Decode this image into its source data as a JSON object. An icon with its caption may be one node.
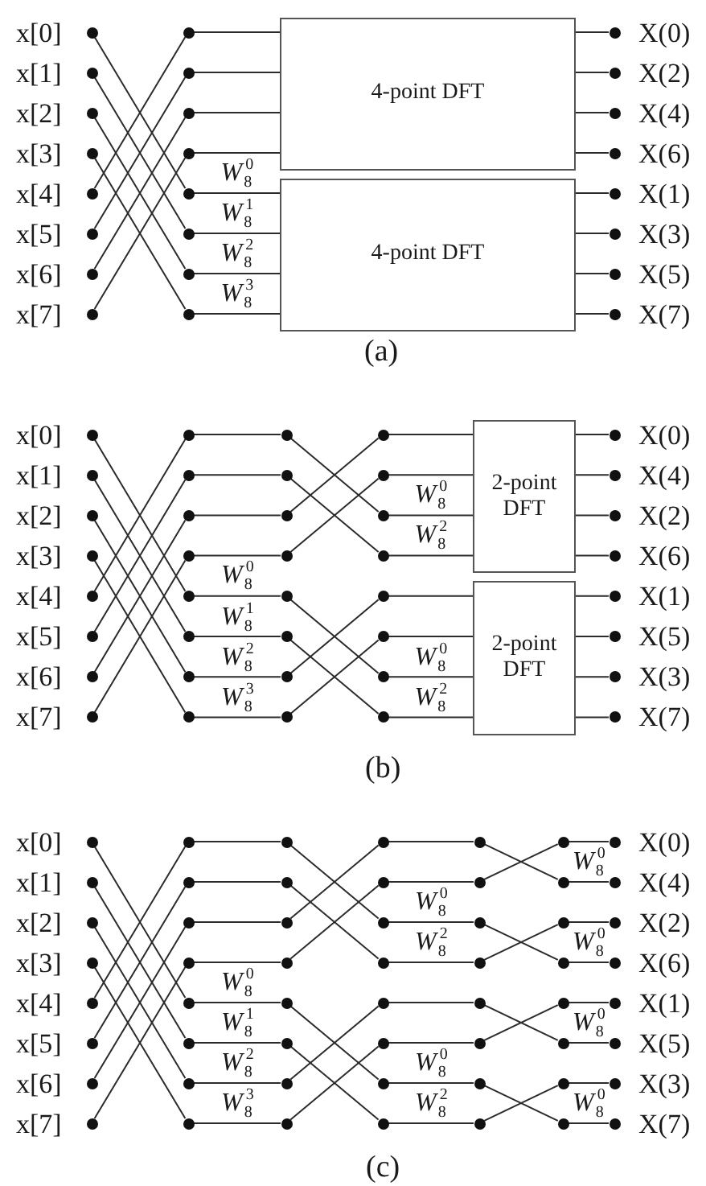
{
  "diagram": {
    "nodes": [
      {
        "text": [],
        "shape": "circle",
        "beside": [
          "x[0]"
        ]
      },
      {
        "text": [],
        "shape": "circle",
        "beside": [
          "x[1]"
        ]
      },
      {
        "text": [],
        "shape": "circle",
        "beside": [
          "x[2]"
        ]
      },
      {
        "text": [],
        "shape": "circle",
        "beside": [
          "x[3]"
        ]
      },
      {
        "text": [],
        "shape": "circle",
        "beside": [
          "x[4]"
        ]
      },
      {
        "text": [],
        "shape": "circle",
        "beside": [
          "x[5]"
        ]
      },
      {
        "text": [],
        "shape": "circle",
        "beside": [
          "x[6]"
        ]
      },
      {
        "text": [],
        "shape": "circle",
        "beside": [
          "x[7]"
        ]
      },
      {
        "text": [],
        "shape": "circle"
      },
      {
        "text": [],
        "shape": "circle"
      },
      {
        "text": [],
        "shape": "circle"
      },
      {
        "text": [],
        "shape": "circle"
      },
      {
        "text": [],
        "shape": "circle"
      },
      {
        "text": [],
        "shape": "circle"
      },
      {
        "text": [],
        "shape": "circle"
      },
      {
        "text": [],
        "shape": "circle"
      },
      {
        "text": [
          "4-point DFT"
        ]
      },
      {
        "text": [
          "4-point DFT"
        ]
      },
      {
        "text": [],
        "shape": "circle",
        "beside": [
          "X(0)"
        ]
      },
      {
        "text": [],
        "shape": "circle",
        "beside": [
          "X(2)"
        ]
      },
      {
        "text": [],
        "shape": "circle",
        "beside": [
          "X(4)"
        ]
      },
      {
        "text": [],
        "shape": "circle",
        "beside": [
          "X(6)"
        ]
      },
      {
        "text": [],
        "shape": "circle",
        "beside": [
          "X(1)"
        ]
      },
      {
        "text": [],
        "shape": "circle",
        "beside": [
          "X(3)"
        ]
      },
      {
        "text": [],
        "shape": "circle",
        "beside": [
          "X(5)"
        ]
      },
      {
        "text": [],
        "shape": "circle",
        "beside": [
          "X(7)"
        ]
      },
      {
        "text": [],
        "shape": "circle",
        "beside": [
          "x[0]"
        ]
      },
      {
        "text": [],
        "shape": "circle",
        "beside": [
          "x[1]"
        ]
      },
      {
        "text": [],
        "shape": "circle",
        "beside": [
          "x[2]"
        ]
      },
      {
        "text": [],
        "shape": "circle",
        "beside": [
          "x[3]"
        ]
      },
      {
        "text": [],
        "shape": "circle",
        "beside": [
          "x[4]"
        ]
      },
      {
        "text": [],
        "shape": "circle",
        "beside": [
          "x[5]"
        ]
      },
      {
        "text": [],
        "shape": "circle",
        "beside": [
          "x[6]"
        ]
      },
      {
        "text": [],
        "shape": "circle",
        "beside": [
          "x[7]"
        ]
      },
      {
        "text": [],
        "shape": "circle"
      },
      {
        "text": [],
        "shape": "circle"
      },
      {
        "text": [],
        "shape": "circle"
      },
      {
        "text": [],
        "shape": "circle"
      },
      {
        "text": [],
        "shape": "circle"
      },
      {
        "text": [],
        "shape": "circle"
      },
      {
        "text": [],
        "shape": "circle"
      },
      {
        "text": [],
        "shape": "circle"
      },
      {
        "text": [],
        "shape": "circle"
      },
      {
        "text": [],
        "shape": "circle"
      },
      {
        "text": [],
        "shape": "circle"
      },
      {
        "text": [],
        "shape": "circle"
      },
      {
        "text": [],
        "shape": "circle"
      },
      {
        "text": [],
        "shape": "circle"
      },
      {
        "text": [],
        "shape": "circle"
      },
      {
        "text": [],
        "shape": "circle"
      },
      {
        "text": [],
        "shape": "circle"
      },
      {
        "text": [],
        "shape": "circle"
      },
      {
        "text": [],
        "shape": "circle"
      },
      {
        "text": [],
        "shape": "circle"
      },
      {
        "text": [],
        "shape": "circle"
      },
      {
        "text": [],
        "shape": "circle"
      },
      {
        "text": [],
        "shape": "circle"
      },
      {
        "text": [],
        "shape": "circle"
      },
      {
        "text": [
          "2-point DFT"
        ]
      },
      {
        "text": [
          "2-point DFT"
        ]
      },
      {
        "text": [],
        "shape": "circle",
        "beside": [
          "X(0)"
        ]
      },
      {
        "text": [],
        "shape": "circle",
        "beside": [
          "X(4)"
        ]
      },
      {
        "text": [],
        "shape": "circle",
        "beside": [
          "X(2)"
        ]
      },
      {
        "text": [],
        "shape": "circle",
        "beside": [
          "X(6)"
        ]
      },
      {
        "text": [],
        "shape": "circle",
        "beside": [
          "X(1)"
        ]
      },
      {
        "text": [],
        "shape": "circle",
        "beside": [
          "X(5)"
        ]
      },
      {
        "text": [],
        "shape": "circle",
        "beside": [
          "X(3)"
        ]
      },
      {
        "text": [],
        "shape": "circle",
        "beside": [
          "X(7)"
        ]
      },
      {
        "text": [],
        "shape": "circle",
        "beside": [
          "x[0]"
        ]
      },
      {
        "text": [],
        "shape": "circle",
        "beside": [
          "x[1]"
        ]
      },
      {
        "text": [],
        "shape": "circle",
        "beside": [
          "x[2]"
        ]
      },
      {
        "text": [],
        "shape": "circle",
        "beside": [
          "x[3]"
        ]
      },
      {
        "text": [],
        "shape": "circle",
        "beside": [
          "x[4]"
        ]
      },
      {
        "text": [],
        "shape": "circle",
        "beside": [
          "x[5]"
        ]
      },
      {
        "text": [],
        "shape": "circle",
        "beside": [
          "x[6]"
        ]
      },
      {
        "text": [],
        "shape": "circle",
        "beside": [
          "x[7]"
        ]
      },
      {
        "text": [],
        "shape": "circle"
      },
      {
        "text": [],
        "shape": "circle"
      },
      {
        "text": [],
        "shape": "circle"
      },
      {
        "text": [],
        "shape": "circle"
      },
      {
        "text": [],
        "shape": "circle"
      },
      {
        "text": [],
        "shape": "circle"
      },
      {
        "text": [],
        "shape": "circle"
      },
      {
        "text": [],
        "shape": "circle"
      },
      {
        "text": [],
        "shape": "circle"
      },
      {
        "text": [],
        "shape": "circle"
      },
      {
        "text": [],
        "shape": "circle"
      },
      {
        "text": [],
        "shape": "circle"
      },
      {
        "text": [],
        "shape": "circle"
      },
      {
        "text": [],
        "shape": "circle"
      },
      {
        "text": [],
        "shape": "circle"
      },
      {
        "text": [],
        "shape": "circle"
      },
      {
        "text": [],
        "shape": "circle"
      },
      {
        "text": [],
        "shape": "circle"
      },
      {
        "text": [],
        "shape": "circle"
      },
      {
        "text": [],
        "shape": "circle"
      },
      {
        "text": [],
        "shape": "circle"
      },
      {
        "text": [],
        "shape": "circle"
      },
      {
        "text": [],
        "shape": "circle"
      },
      {
        "text": [],
        "shape": "circle"
      },
      {
        "text": [],
        "shape": "circle"
      },
      {
        "text": [],
        "shape": "circle"
      },
      {
        "text": [],
        "shape": "circle"
      },
      {
        "text": [],
        "shape": "circle"
      },
      {
        "text": [],
        "shape": "circle"
      },
      {
        "text": [],
        "shape": "circle"
      },
      {
        "text": [],
        "shape": "circle"
      },
      {
        "text": [],
        "shape": "circle"
      },
      {
        "text": [],
        "shape": "circle"
      },
      {
        "text": [],
        "shape": "circle"
      },
      {
        "text": [],
        "shape": "circle"
      },
      {
        "text": [],
        "shape": "circle"
      },
      {
        "text": [],
        "shape": "circle"
      },
      {
        "text": [],
        "shape": "circle"
      },
      {
        "text": [],
        "shape": "circle"
      },
      {
        "text": [],
        "shape": "circle"
      },
      {
        "text": [],
        "shape": "circle",
        "beside": [
          "X(0)"
        ]
      },
      {
        "text": [],
        "shape": "circle",
        "beside": [
          "X(4)"
        ]
      },
      {
        "text": [],
        "shape": "circle",
        "beside": [
          "X(2)"
        ]
      },
      {
        "text": [],
        "shape": "circle",
        "beside": [
          "X(6)"
        ]
      },
      {
        "text": [],
        "shape": "circle",
        "beside": [
          "X(1)"
        ]
      },
      {
        "text": [],
        "shape": "circle",
        "beside": [
          "X(5)"
        ]
      },
      {
        "text": [],
        "shape": "circle",
        "beside": [
          "X(3)"
        ]
      },
      {
        "text": [],
        "shape": "circle",
        "beside": [
          "X(7)"
        ]
      }
    ],
    "edges": [
      {
        "from": 0,
        "to": 12,
        "arrow": "none"
      },
      {
        "from": 1,
        "to": 13,
        "arrow": "none"
      },
      {
        "from": 2,
        "to": 14,
        "arrow": "none"
      },
      {
        "from": 3,
        "to": 15,
        "arrow": "none"
      },
      {
        "from": 4,
        "to": 8,
        "arrow": "none"
      },
      {
        "from": 5,
        "to": 9,
        "arrow": "none"
      },
      {
        "from": 6,
        "to": 10,
        "arrow": "none"
      },
      {
        "from": 7,
        "to": 11,
        "arrow": "none"
      },
      {
        "from": 8,
        "to": 16,
        "arrow": "none"
      },
      {
        "from": 9,
        "to": 16,
        "arrow": "none"
      },
      {
        "from": 10,
        "to": 16,
        "arrow": "none"
      },
      {
        "from": 11,
        "to": 16,
        "arrow": "none"
      },
      {
        "from": 12,
        "to": 17,
        "arrow": "none",
        "label": "*W*$_{8}$$^{0}$"
      },
      {
        "from": 13,
        "to": 17,
        "arrow": "none",
        "label": "*W*$_{8}$$^{1}$"
      },
      {
        "from": 14,
        "to": 17,
        "arrow": "none",
        "label": "*W*$_{8}$$^{2}$"
      },
      {
        "from": 15,
        "to": 17,
        "arrow": "none",
        "label": "*W*$_{8}$$^{3}$"
      },
      {
        "from": 16,
        "to": 18,
        "arrow": "none"
      },
      {
        "from": 16,
        "to": 19,
        "arrow": "none"
      },
      {
        "from": 16,
        "to": 20,
        "arrow": "none"
      },
      {
        "from": 16,
        "to": 21,
        "arrow": "none"
      },
      {
        "from": 17,
        "to": 22,
        "arrow": "none"
      },
      {
        "from": 17,
        "to": 23,
        "arrow": "none"
      },
      {
        "from": 17,
        "to": 24,
        "arrow": "none"
      },
      {
        "from": 17,
        "to": 25,
        "arrow": "none"
      },
      {
        "from": 26,
        "to": 38,
        "arrow": "none"
      },
      {
        "from": 27,
        "to": 39,
        "arrow": "none"
      },
      {
        "from": 28,
        "to": 40,
        "arrow": "none"
      },
      {
        "from": 29,
        "to": 41,
        "arrow": "none"
      },
      {
        "from": 30,
        "to": 34,
        "arrow": "none"
      },
      {
        "from": 31,
        "to": 35,
        "arrow": "none"
      },
      {
        "from": 32,
        "to": 36,
        "arrow": "none"
      },
      {
        "from": 33,
        "to": 37,
        "arrow": "none"
      },
      {
        "from": 34,
        "to": 42,
        "arrow": "none"
      },
      {
        "from": 35,
        "to": 43,
        "arrow": "none"
      },
      {
        "from": 36,
        "to": 44,
        "arrow": "none"
      },
      {
        "from": 37,
        "to": 45,
        "arrow": "none"
      },
      {
        "from": 38,
        "to": 46,
        "arrow": "none",
        "label": "*W*$_{8}$$^{0}$"
      },
      {
        "from": 39,
        "to": 47,
        "arrow": "none",
        "label": "*W*$_{8}$$^{1}$"
      },
      {
        "from": 40,
        "to": 48,
        "arrow": "none",
        "label": "*W*$_{8}$$^{2}$"
      },
      {
        "from": 41,
        "to": 49,
        "arrow": "none",
        "label": "*W*$_{8}$$^{3}$"
      },
      {
        "from": 42,
        "to": 52,
        "arrow": "none"
      },
      {
        "from": 43,
        "to": 53,
        "arrow": "none"
      },
      {
        "from": 44,
        "to": 50,
        "arrow": "none"
      },
      {
        "from": 45,
        "to": 51,
        "arrow": "none"
      },
      {
        "from": 46,
        "to": 56,
        "arrow": "none"
      },
      {
        "from": 47,
        "to": 57,
        "arrow": "none"
      },
      {
        "from": 48,
        "to": 54,
        "arrow": "none"
      },
      {
        "from": 49,
        "to": 55,
        "arrow": "none"
      },
      {
        "from": 50,
        "to": 58,
        "arrow": "none"
      },
      {
        "from": 51,
        "to": 58,
        "arrow": "none"
      },
      {
        "from": 52,
        "to": 58,
        "arrow": "none",
        "label": "*W*$_{8}$$^{0}$"
      },
      {
        "from": 53,
        "to": 58,
        "arrow": "none",
        "label": "*W*$_{8}$$^{2}$"
      },
      {
        "from": 54,
        "to": 59,
        "arrow": "none"
      },
      {
        "from": 55,
        "to": 59,
        "arrow": "none"
      },
      {
        "from": 56,
        "to": 59,
        "arrow": "none",
        "label": "*W*$_{8}$$^{0}$"
      },
      {
        "from": 57,
        "to": 59,
        "arrow": "none",
        "label": "*W*$_{8}$$^{2}$"
      },
      {
        "from": 58,
        "to": 60,
        "arrow": "none"
      },
      {
        "from": 58,
        "to": 61,
        "arrow": "none"
      },
      {
        "from": 58,
        "to": 62,
        "arrow": "none"
      },
      {
        "from": 58,
        "to": 63,
        "arrow": "none"
      },
      {
        "from": 59,
        "to": 64,
        "arrow": "none"
      },
      {
        "from": 59,
        "to": 65,
        "arrow": "none"
      },
      {
        "from": 59,
        "to": 66,
        "arrow": "none"
      },
      {
        "from": 59,
        "to": 67,
        "arrow": "none"
      },
      {
        "from": 68,
        "to": 80,
        "arrow": "none"
      },
      {
        "from": 69,
        "to": 81,
        "arrow": "none"
      },
      {
        "from": 70,
        "to": 82,
        "arrow": "none"
      },
      {
        "from": 71,
        "to": 83,
        "arrow": "none"
      },
      {
        "from": 72,
        "to": 76,
        "arrow": "none"
      },
      {
        "from": 73,
        "to": 77,
        "arrow": "none"
      },
      {
        "from": 74,
        "to": 78,
        "arrow": "none"
      },
      {
        "from": 75,
        "to": 79,
        "arrow": "none"
      },
      {
        "from": 76,
        "to": 84,
        "arrow": "none"
      },
      {
        "from": 77,
        "to": 85,
        "arrow": "none"
      },
      {
        "from": 78,
        "to": 86,
        "arrow": "none"
      },
      {
        "from": 79,
        "to": 87,
        "arrow": "none"
      },
      {
        "from": 80,
        "to": 88,
        "arrow": "none",
        "label": "*W*$_{8}$$^{0}$"
      },
      {
        "from": 81,
        "to": 89,
        "arrow": "none",
        "label": "*W*$_{8}$$^{1}$"
      },
      {
        "from": 82,
        "to": 90,
        "arrow": "none",
        "label": "*W*$_{8}$$^{2}$"
      },
      {
        "from": 83,
        "to": 91,
        "arrow": "none",
        "label": "*W*$_{8}$$^{3}$"
      },
      {
        "from": 84,
        "to": 94,
        "arrow": "none"
      },
      {
        "from": 85,
        "to": 95,
        "arrow": "none"
      },
      {
        "from": 86,
        "to": 92,
        "arrow": "none"
      },
      {
        "from": 87,
        "to": 93,
        "arrow": "none"
      },
      {
        "from": 88,
        "to": 98,
        "arrow": "none"
      },
      {
        "from": 89,
        "to": 99,
        "arrow": "none"
      },
      {
        "from": 90,
        "to": 96,
        "arrow": "none"
      },
      {
        "from": 91,
        "to": 97,
        "arrow": "none"
      },
      {
        "from": 92,
        "to": 100,
        "arrow": "none"
      },
      {
        "from": 93,
        "to": 101,
        "arrow": "none"
      },
      {
        "from": 94,
        "to": 102,
        "arrow": "none",
        "label": "*W*$_{8}$$^{0}$"
      },
      {
        "from": 95,
        "to": 103,
        "arrow": "none",
        "label": "*W*$_{8}$$^{2}$"
      },
      {
        "from": 96,
        "to": 104,
        "arrow": "none"
      },
      {
        "from": 97,
        "to": 105,
        "arrow": "none"
      },
      {
        "from": 98,
        "to": 106,
        "arrow": "none",
        "label": "*W*$_{8}$$^{0}$"
      },
      {
        "from": 99,
        "to": 107,
        "arrow": "none",
        "label": "*W*$_{8}$$^{2}$"
      },
      {
        "from": 100,
        "to": 109,
        "arrow": "none"
      },
      {
        "from": 101,
        "to": 108,
        "arrow": "none"
      },
      {
        "from": 102,
        "to": 111,
        "arrow": "none"
      },
      {
        "from": 103,
        "to": 110,
        "arrow": "none"
      },
      {
        "from": 104,
        "to": 113,
        "arrow": "none"
      },
      {
        "from": 105,
        "to": 112,
        "arrow": "none"
      },
      {
        "from": 106,
        "to": 115,
        "arrow": "none"
      },
      {
        "from": 107,
        "to": 114,
        "arrow": "none"
      },
      {
        "from": 108,
        "to": 116,
        "arrow": "none"
      },
      {
        "from": 109,
        "to": 117,
        "arrow": "none",
        "label": "*W*$_{8}$$^{0}$"
      },
      {
        "from": 110,
        "to": 118,
        "arrow": "none"
      },
      {
        "from": 111,
        "to": 119,
        "arrow": "none",
        "label": "*W*$_{8}$$^{0}$"
      },
      {
        "from": 112,
        "to": 120,
        "arrow": "none"
      },
      {
        "from": 113,
        "to": 121,
        "arrow": "none",
        "label": "*W*$_{8}$$^{0}$"
      },
      {
        "from": 114,
        "to": 122,
        "arrow": "none"
      },
      {
        "from": 115,
        "to": 123,
        "arrow": "none",
        "label": "*W*$_{8}$$^{0}$"
      }
    ],
    "labels": [
      "(a)",
      "(b)",
      "(c)"
    ]
  }
}
